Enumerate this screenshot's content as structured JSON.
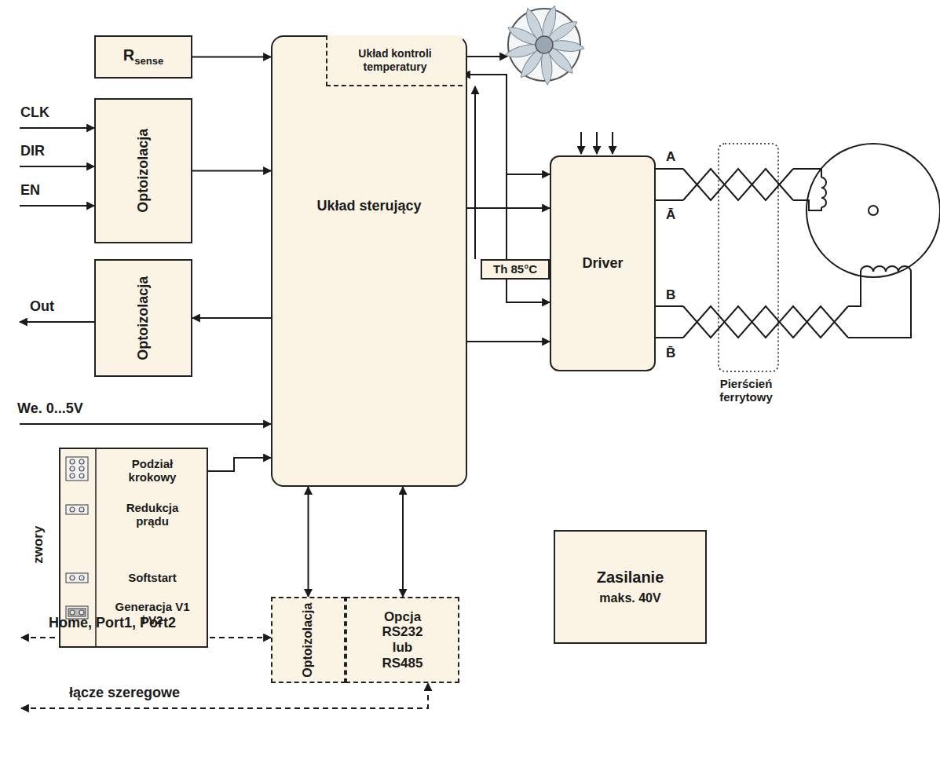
{
  "diagram": {
    "nodes": [
      {
        "text": [
          "R",
          "sense"
        ]
      },
      {
        "text": [
          "Optoizolacja"
        ]
      },
      {
        "text": [
          "Optoizolacja"
        ]
      },
      {
        "text": [
          "Układ sterujący"
        ]
      },
      {
        "text": [
          "Układ kontroli temperatury"
        ],
        "in": 3
      },
      {
        "text": [
          "Driver"
        ]
      },
      {
        "text": [
          "Th 85°C"
        ]
      },
      {
        "text": [
          "zwory",
          "Podział krokowy",
          "Redukcja prądu",
          "Softstart",
          "Generacja V1 i V2"
        ]
      },
      {
        "text": [
          "Optoizolacja"
        ]
      },
      {
        "text": [
          "Opcja RS232 lub RS485"
        ]
      },
      {
        "text": [
          "Zasilanie",
          "maks. 40V"
        ]
      }
    ],
    "edges": [
      {
        "from": 0,
        "to": 3,
        "arrow": "to"
      },
      {
        "from": 1,
        "to": 3,
        "arrow": "to"
      },
      {
        "from": 3,
        "to": 2,
        "arrow": "to"
      },
      {
        "from": 7,
        "to": 3,
        "arrow": "to"
      },
      {
        "from": 8,
        "to": 3,
        "arrow": "both"
      },
      {
        "from": 9,
        "to": 3,
        "arrow": "both"
      },
      {
        "from": 3,
        "to": 5,
        "arrow": "to"
      },
      {
        "from": 3,
        "to": 5,
        "arrow": "to"
      },
      {
        "from": 6,
        "to": 5,
        "arrow": "to"
      },
      {
        "from": 6,
        "to": 5,
        "arrow": "to"
      },
      {
        "from": 6,
        "to": 4,
        "arrow": "to"
      },
      {
        "from": 6,
        "to": 4,
        "arrow": "to"
      }
    ],
    "labels": [
      "CLK",
      "DIR",
      "EN",
      "Out",
      "We. 0...5V",
      "A",
      "Ā",
      "B",
      "B̄",
      "Pierścień ferrytowy",
      "Home, Port1, Port2",
      "łącze szeregowe"
    ]
  }
}
